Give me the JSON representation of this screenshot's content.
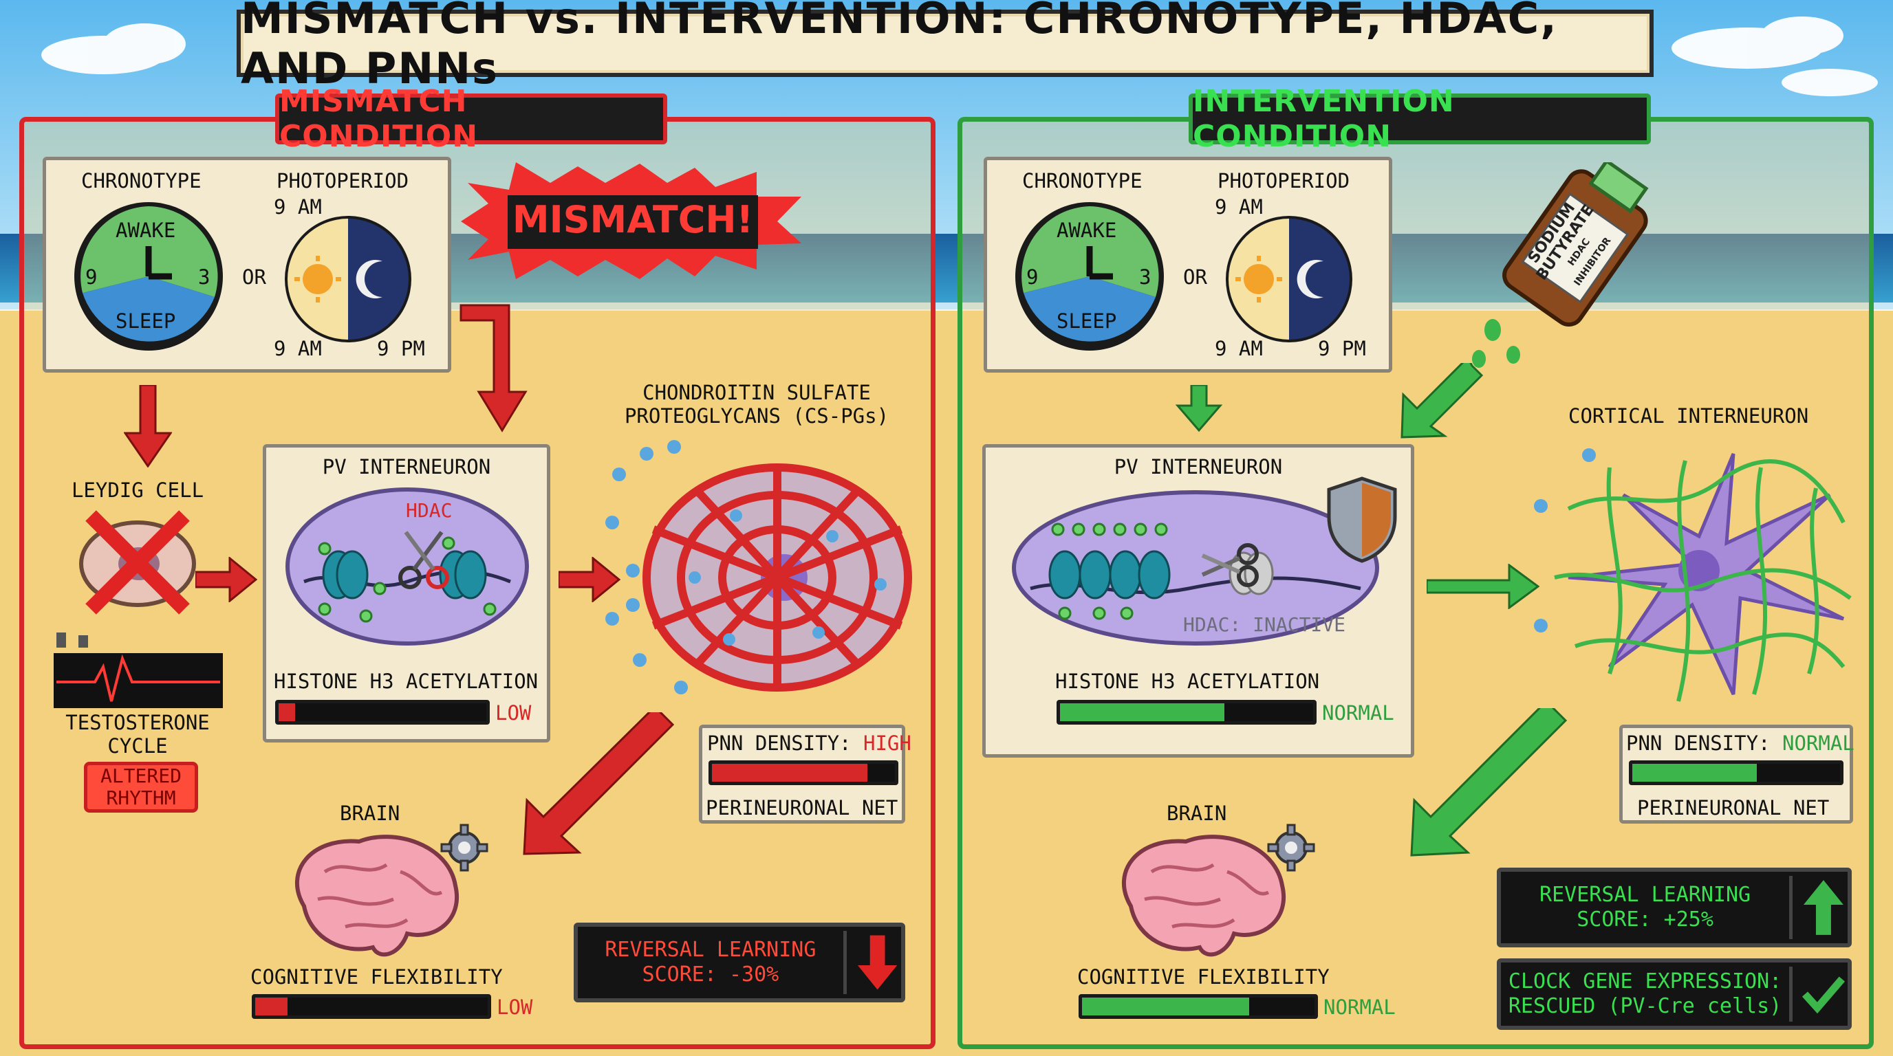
{
  "title": "MISMATCH vs. INTERVENTION: CHRONOTYPE, HDAC, AND PNNs",
  "left": {
    "panel_title": "MISMATCH CONDITION",
    "chronotype_label": "CHRONOTYPE",
    "photoperiod_label": "PHOTOPERIOD",
    "awake": "AWAKE",
    "sleep": "SLEEP",
    "clock_9": "9",
    "clock_3": "3",
    "or": "OR",
    "pp_top_time": "9 AM",
    "pp_bottom_left": "9 AM",
    "pp_bottom_right": "9 PM",
    "mismatch_burst": "MISMATCH!",
    "leydig": "LEYDIG CELL",
    "testosterone": "TESTOSTERONE\nCYCLE",
    "altered_rhythm": "ALTERED\nRHYTHM",
    "pv_interneuron": "PV INTERNEURON",
    "hdac": "HDAC",
    "histone": "HISTONE H3 ACETYLATION",
    "histone_level": "LOW",
    "histone_fill": 0.08,
    "cspg": "CHONDROITIN SULFATE\nPROTEOGLYCANS (CS-PGs)",
    "pnn_density_label": "PNN DENSITY:",
    "pnn_density_value": "HIGH",
    "pnn_fill": 0.85,
    "perineuronal": "PERINEURONAL NET",
    "brain": "BRAIN",
    "cog_flex": "COGNITIVE FLEXIBILITY",
    "cog_level": "LOW",
    "cog_fill": 0.14,
    "reversal": "REVERSAL LEARNING\nSCORE: -30%"
  },
  "right": {
    "panel_title": "INTERVENTION CONDITION",
    "chronotype_label": "CHRONOTYPE",
    "photoperiod_label": "PHOTOPERIOD",
    "awake": "AWAKE",
    "sleep": "SLEEP",
    "clock_9": "9",
    "clock_3": "3",
    "or": "OR",
    "pp_top_time": "9 AM",
    "pp_bottom_left": "9 AM",
    "pp_bottom_right": "9 PM",
    "bottle_line1": "SODIUM",
    "bottle_line2": "BUTYRATE",
    "bottle_line3": "HDAC",
    "bottle_line4": "INHIBITOR",
    "pv_interneuron": "PV INTERNEURON",
    "hdac_inactive": "HDAC: INACTIVE",
    "histone": "HISTONE H3 ACETYLATION",
    "histone_level": "NORMAL",
    "histone_fill": 0.65,
    "cortical": "CORTICAL INTERNEURON",
    "pnn_density_label": "PNN DENSITY:",
    "pnn_density_value": "NORMAL",
    "pnn_fill": 0.6,
    "perineuronal": "PERINEURONAL NET",
    "brain": "BRAIN",
    "cog_flex": "COGNITIVE FLEXIBILITY",
    "cog_level": "NORMAL",
    "cog_fill": 0.72,
    "reversal": "REVERSAL LEARNING\nSCORE: +25%",
    "clock_gene": "CLOCK GENE EXPRESSION:\nRESCUED (PV-Cre cells)"
  },
  "colors": {
    "red": "#d62828",
    "green": "#3cb54a",
    "sand": "#f3d27e",
    "sky": "#6ec4ef",
    "sea": "#1f7fb8",
    "purple": "#b9a7e6"
  },
  "icons": [
    "clock-icon",
    "sun-moon-icon",
    "leydig-cell-icon",
    "ecg-icon",
    "nucleus-icon",
    "scissors-icon",
    "cspg-icon",
    "neuron-icon",
    "brain-icon",
    "gear-icon",
    "arrow-down-icon",
    "arrow-up-icon",
    "checkmark-icon",
    "shield-icon",
    "bottle-icon"
  ]
}
